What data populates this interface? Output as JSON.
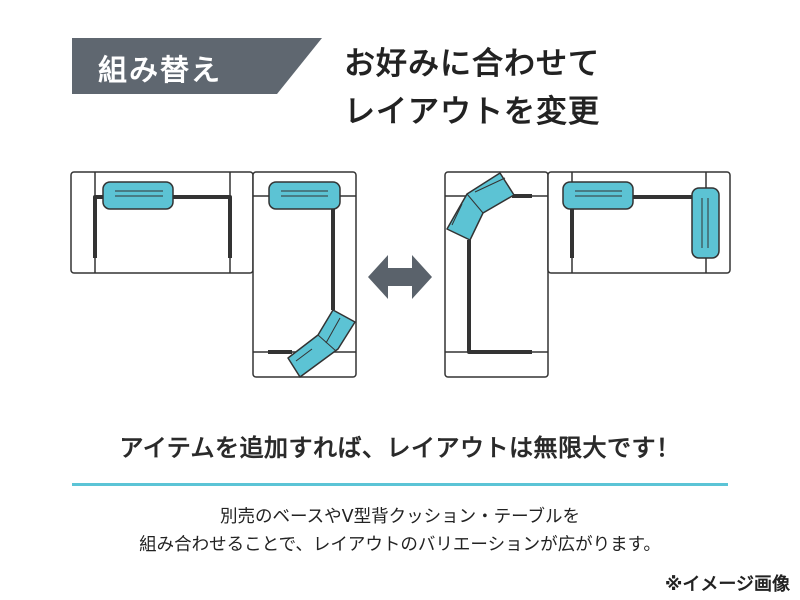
{
  "badge": {
    "label": "組み替え"
  },
  "headline": {
    "line1": "お好みに合わせて",
    "line2": "レイアウトを変更"
  },
  "diagram": {
    "colors": {
      "cushion": "#5cc3d4",
      "frame": "#333333",
      "arrow": "#5a626b"
    },
    "arrow_icon": "double-arrow-left-right"
  },
  "tagline": "アイテムを追加すれば、レイアウトは無限大です！",
  "description": {
    "line1": "別売のベースやV型背クッション・テーブルを",
    "line2": "組み合わせることで、レイアウトのバリエーションが広がります。"
  },
  "note": "※イメージ画像",
  "colors": {
    "badge_bg": "#5f6770",
    "accent_rule": "#5bc4d6"
  }
}
